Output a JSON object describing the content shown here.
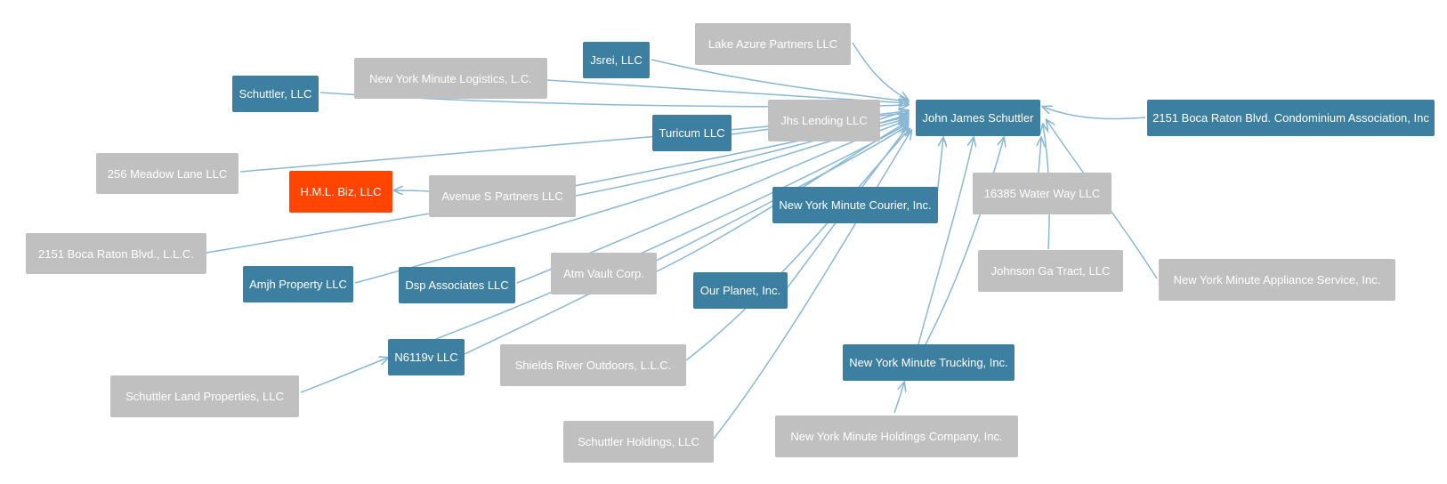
{
  "colors": {
    "entity": "#c0c0c0",
    "person": "#3d7fa0",
    "highlight": "#ff4500",
    "edge": "#8ab8d4",
    "text": "#ffffff"
  },
  "nodes": {
    "john": "John James Schuttler",
    "boca_assn": "2151 Boca Raton Blvd. Condominium Association, Inc",
    "lake": "Lake Azure Partners LLC",
    "jsrei": "Jsrei, LLC",
    "nyml": "New York Minute Logistics, L.C.",
    "schllc": "Schuttler, LLC",
    "jhs": "Jhs Lending LLC",
    "turicum": "Turicum LLC",
    "m256": "256 Meadow Lane LLC",
    "hml": "H.M.L. Biz, LLC",
    "avenue": "Avenue S Partners LLC",
    "courier": "New York Minute Courier, Inc.",
    "water": "16385 Water Way LLC",
    "boca_llc": "2151 Boca Raton Blvd., L.L.C.",
    "johnson": "Johnson Ga Tract, LLC",
    "amjh": "Amjh Property LLC",
    "dsp": "Dsp Associates LLC",
    "atm": "Atm Vault Corp.",
    "planet": "Our Planet, Inc.",
    "appliance": "New York Minute Appliance Service, Inc.",
    "n6119": "N6119v LLC",
    "trucking": "New York Minute Trucking, Inc.",
    "shields": "Shields River Outdoors, L.L.C.",
    "land": "Schuttler Land Properties, LLC",
    "holdings": "Schuttler Holdings, LLC",
    "nymhc": "New York Minute Holdings Company, Inc."
  }
}
